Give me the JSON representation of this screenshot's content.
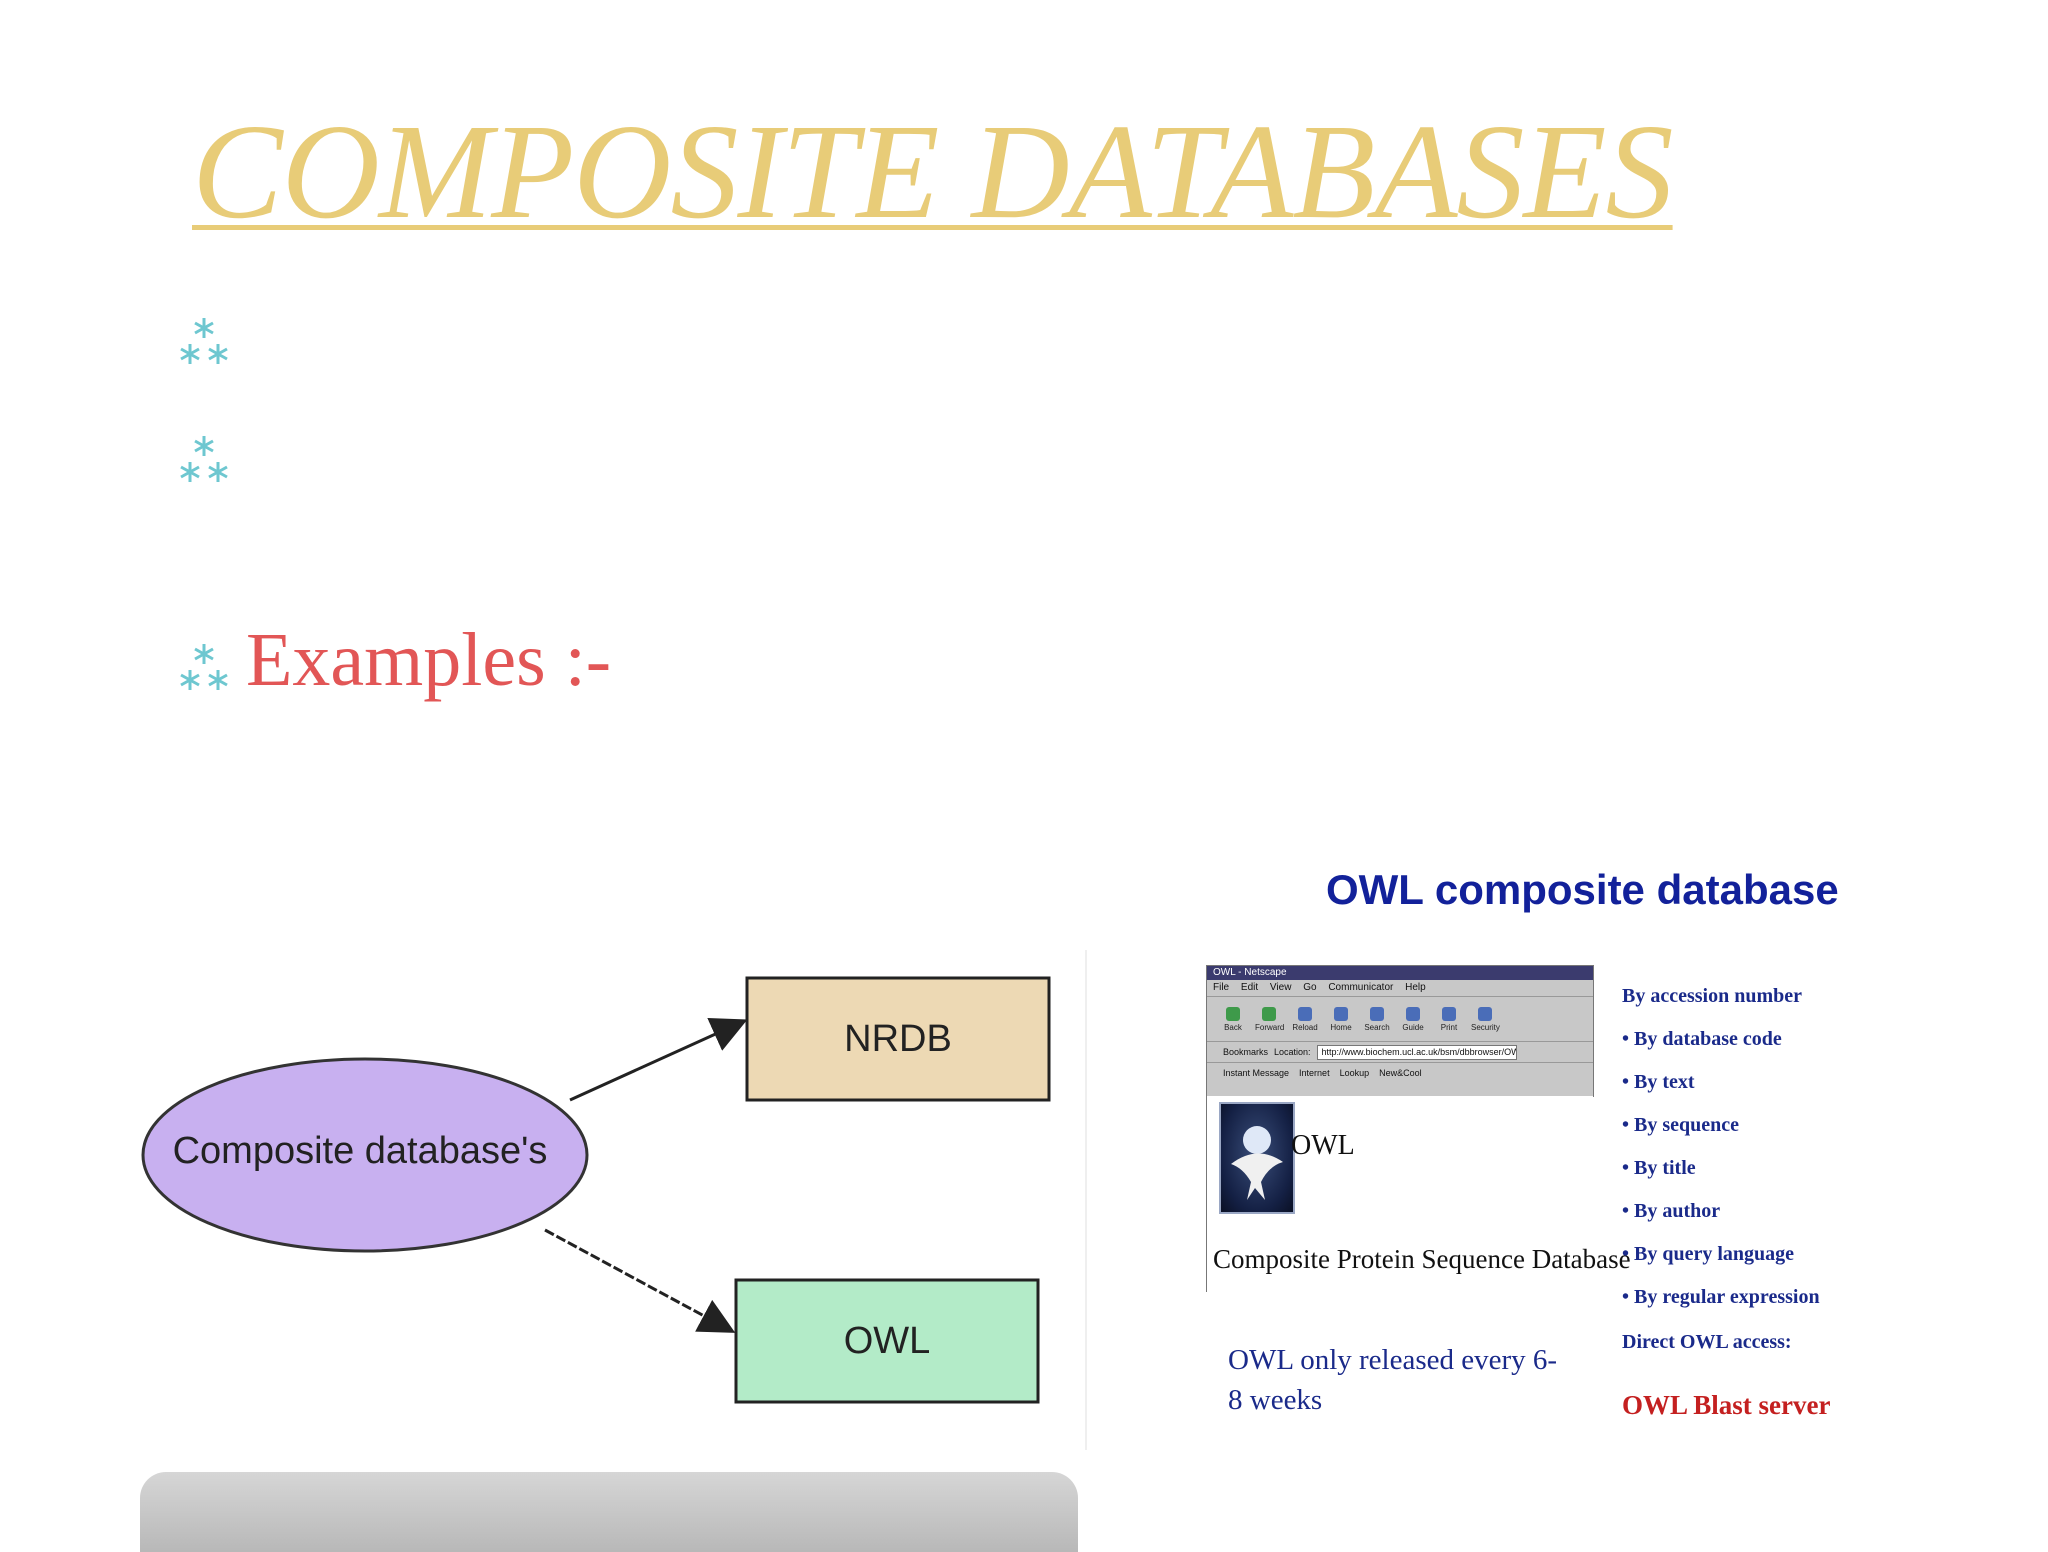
{
  "slide": {
    "title": "COMPOSITE DATABASES",
    "examples_label": "Examples :-",
    "colors": {
      "title": "#e8cc78",
      "bullet": "#6ec7d0",
      "examples": "#e25656"
    }
  },
  "diagram": {
    "source_label": "Composite database's",
    "targets": [
      {
        "label": "NRDB",
        "color": "#edd9b4"
      },
      {
        "label": "OWL",
        "color": "#b3ebc8"
      }
    ],
    "source_color": "#c8b0f0"
  },
  "owl_panel": {
    "title": "OWL composite database",
    "browser": {
      "window_title": "OWL - Netscape",
      "menu": [
        "File",
        "Edit",
        "View",
        "Go",
        "Communicator",
        "Help"
      ],
      "toolbar": [
        "Back",
        "Forward",
        "Reload",
        "Home",
        "Search",
        "Guide",
        "Print",
        "Security"
      ],
      "location_label": "Location:",
      "bookmarks_label": "Bookmarks",
      "url": "http://www.biochem.ucl.ac.uk/bsm/dbbrowser/OWL/",
      "links": [
        "Instant Message",
        "Internet",
        "Lookup",
        "New&Cool"
      ]
    },
    "logo_word": "OWL",
    "subtitle": "Composite Protein Sequence Database",
    "note": "OWL only released every 6-8 weeks",
    "search_options": [
      "By accession number",
      "• By database code",
      "• By text",
      "• By sequence",
      "• By title",
      "• By author",
      "• By query language",
      "• By regular expression"
    ],
    "direct_access": "Direct OWL access:",
    "blast": "OWL Blast server"
  }
}
